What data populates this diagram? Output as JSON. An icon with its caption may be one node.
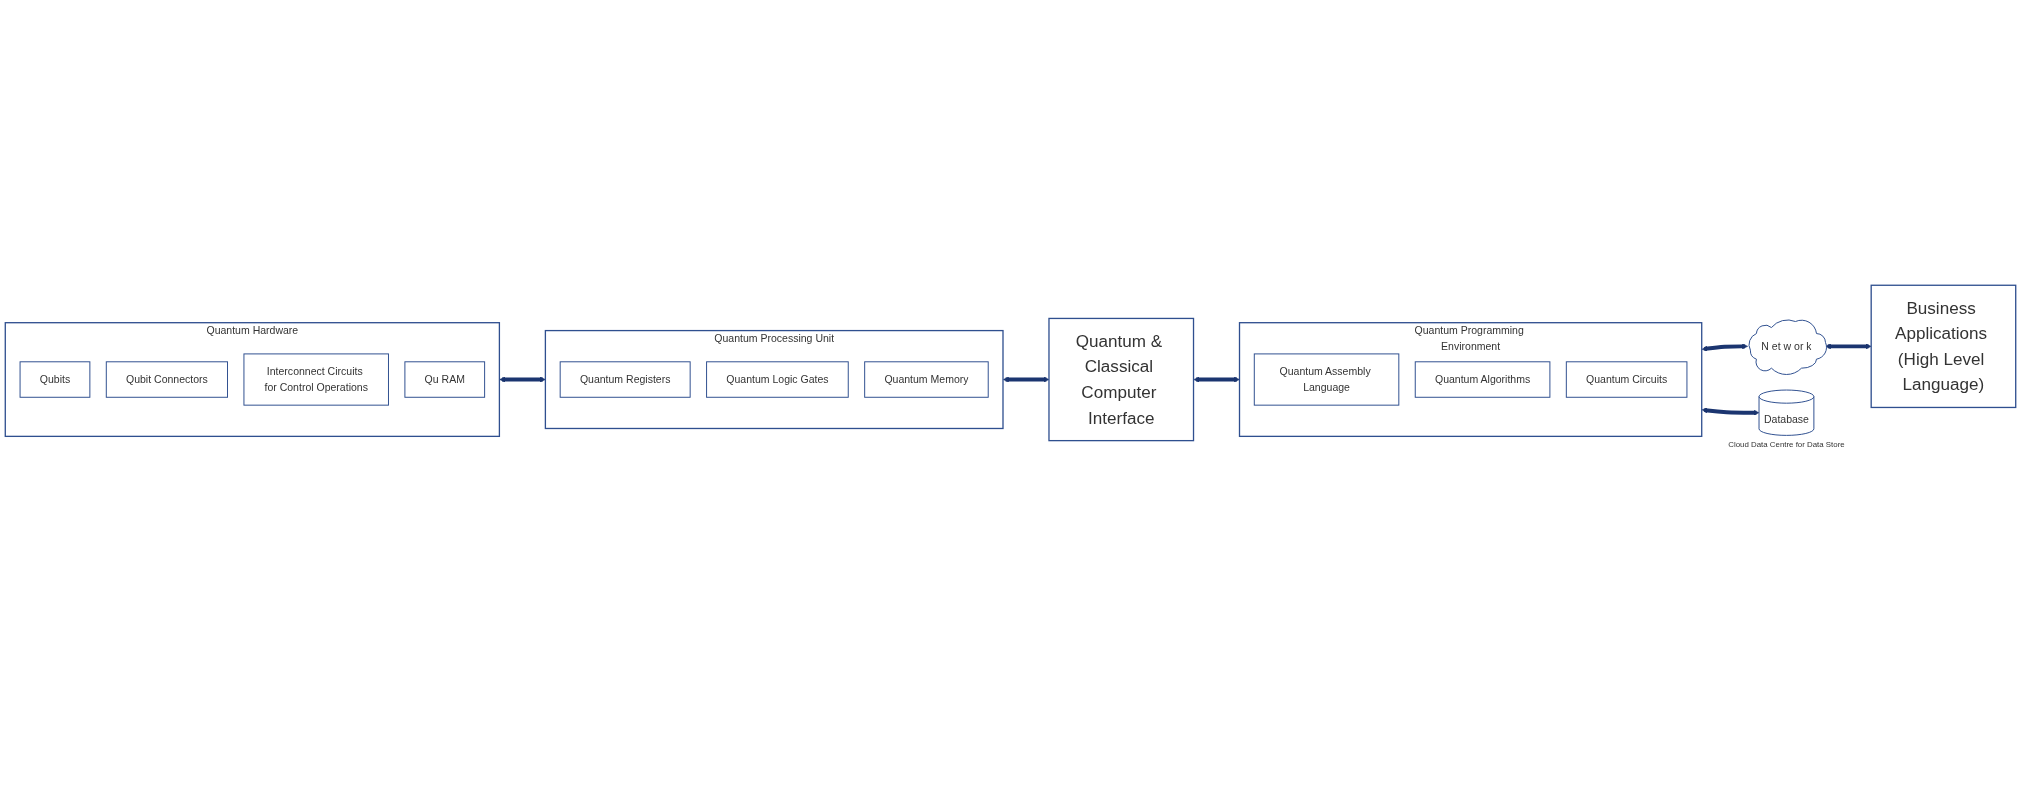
{
  "diagram": {
    "nodes": [
      {
        "text": [
          "Quantum Hardware"
        ]
      },
      {
        "text": [
          "Qubits"
        ],
        "in": 0
      },
      {
        "text": [
          "Qubit Connectors"
        ],
        "in": 0
      },
      {
        "text": [
          "Interconnect Circuits for Control Operations"
        ],
        "in": 0
      },
      {
        "text": [
          "Qu RAM"
        ],
        "in": 0
      },
      {
        "text": [
          "Quantum Processing Unit"
        ]
      },
      {
        "text": [
          "Quantum Registers"
        ],
        "in": 5
      },
      {
        "text": [
          "Quantum Logic Gates"
        ],
        "in": 5
      },
      {
        "text": [
          "Quantum Memory"
        ],
        "in": 5
      },
      {
        "text": [
          "Quantum & Classical Computer Interface"
        ]
      },
      {
        "text": [
          "Quantum Programming Environment"
        ]
      },
      {
        "text": [
          "Quantum Assembly Language"
        ],
        "in": 10
      },
      {
        "text": [
          "Quantum Algorithms"
        ],
        "in": 10
      },
      {
        "text": [
          "Quantum Circuits"
        ],
        "in": 10
      },
      {
        "text": [
          "N et w or k"
        ]
      },
      {
        "text": [
          "Business Applications (High Level Language)"
        ]
      },
      {
        "text": [
          "Database"
        ],
        "beside": [
          "Cloud Data Centre for Data Store"
        ]
      }
    ],
    "edges": [
      {
        "from": 0,
        "to": 5,
        "arrow": "both"
      },
      {
        "from": 5,
        "to": 9,
        "arrow": "both"
      },
      {
        "from": 9,
        "to": 10,
        "arrow": "both"
      },
      {
        "from": 10,
        "to": 14,
        "arrow": "both"
      },
      {
        "from": 14,
        "to": 15,
        "arrow": "both"
      },
      {
        "from": 10,
        "to": 16,
        "arrow": "both"
      }
    ]
  }
}
